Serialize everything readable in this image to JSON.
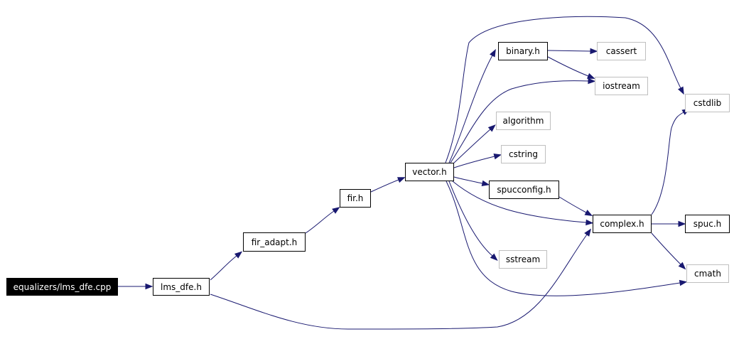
{
  "colors": {
    "edge": "#191970",
    "node_border": "#000000",
    "external_border": "#bfbfbf",
    "root_fill": "#000000",
    "root_text": "#ffffff"
  },
  "nodes": {
    "lms_dfe_cpp": {
      "label": "equalizers/lms_dfe.cpp",
      "kind": "root"
    },
    "lms_dfe_h": {
      "label": "lms_dfe.h",
      "kind": "file"
    },
    "fir_adapt_h": {
      "label": "fir_adapt.h",
      "kind": "file"
    },
    "fir_h": {
      "label": "fir.h",
      "kind": "file"
    },
    "vector_h": {
      "label": "vector.h",
      "kind": "file"
    },
    "binary_h": {
      "label": "binary.h",
      "kind": "file"
    },
    "cassert": {
      "label": "cassert",
      "kind": "external"
    },
    "iostream": {
      "label": "iostream",
      "kind": "external"
    },
    "algorithm": {
      "label": "algorithm",
      "kind": "external"
    },
    "cstring": {
      "label": "cstring",
      "kind": "external"
    },
    "spucconfig_h": {
      "label": "spucconfig.h",
      "kind": "file"
    },
    "sstream": {
      "label": "sstream",
      "kind": "external"
    },
    "complex_h": {
      "label": "complex.h",
      "kind": "file"
    },
    "cstdlib": {
      "label": "cstdlib",
      "kind": "external"
    },
    "spuc_h": {
      "label": "spuc.h",
      "kind": "file"
    },
    "cmath": {
      "label": "cmath",
      "kind": "external"
    }
  },
  "edges": [
    {
      "from": "lms_dfe_cpp",
      "to": "lms_dfe_h"
    },
    {
      "from": "lms_dfe_h",
      "to": "fir_adapt_h"
    },
    {
      "from": "lms_dfe_h",
      "to": "complex_h"
    },
    {
      "from": "fir_adapt_h",
      "to": "fir_h"
    },
    {
      "from": "fir_h",
      "to": "vector_h"
    },
    {
      "from": "vector_h",
      "to": "binary_h"
    },
    {
      "from": "vector_h",
      "to": "cstdlib"
    },
    {
      "from": "vector_h",
      "to": "iostream"
    },
    {
      "from": "vector_h",
      "to": "algorithm"
    },
    {
      "from": "vector_h",
      "to": "cstring"
    },
    {
      "from": "vector_h",
      "to": "spucconfig_h"
    },
    {
      "from": "vector_h",
      "to": "complex_h"
    },
    {
      "from": "vector_h",
      "to": "sstream"
    },
    {
      "from": "vector_h",
      "to": "cmath"
    },
    {
      "from": "binary_h",
      "to": "cassert"
    },
    {
      "from": "binary_h",
      "to": "iostream"
    },
    {
      "from": "spucconfig_h",
      "to": "complex_h"
    },
    {
      "from": "complex_h",
      "to": "cstdlib"
    },
    {
      "from": "complex_h",
      "to": "spuc_h"
    },
    {
      "from": "complex_h",
      "to": "cmath"
    }
  ]
}
